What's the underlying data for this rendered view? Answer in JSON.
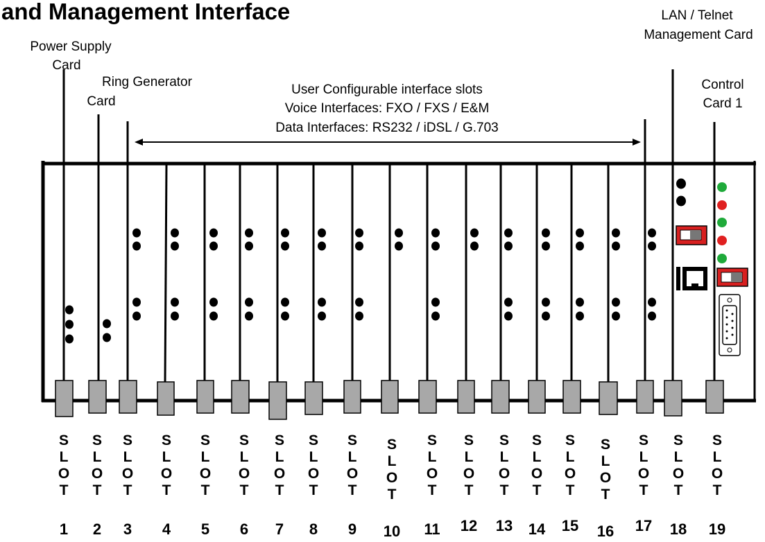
{
  "title": "and Management Interface",
  "labels": {
    "power_supply": [
      "Power Supply",
      "Card"
    ],
    "ring_generator": [
      "Ring Generator",
      "Card"
    ],
    "user_config": [
      "User Configurable interface slots",
      "Voice Interfaces: FXO / FXS / E&M",
      "Data Interfaces: RS232 / iDSL / G.703"
    ],
    "lan_telnet": [
      "LAN / Telnet",
      "Management Card"
    ],
    "control_card": [
      "Control",
      "Card 1"
    ]
  },
  "slot_word": [
    "S",
    "L",
    "O",
    "T"
  ],
  "slots": [
    "1",
    "2",
    "3",
    "4",
    "5",
    "6",
    "7",
    "8",
    "9",
    "10",
    "11",
    "12",
    "13",
    "14",
    "15",
    "16",
    "17",
    "18",
    "19"
  ],
  "colors": {
    "ink": "#000000",
    "slot_tab": "#a8a8a8",
    "led_green": "#1faa3a",
    "led_red": "#e02020",
    "switch_red": "#d82020"
  }
}
